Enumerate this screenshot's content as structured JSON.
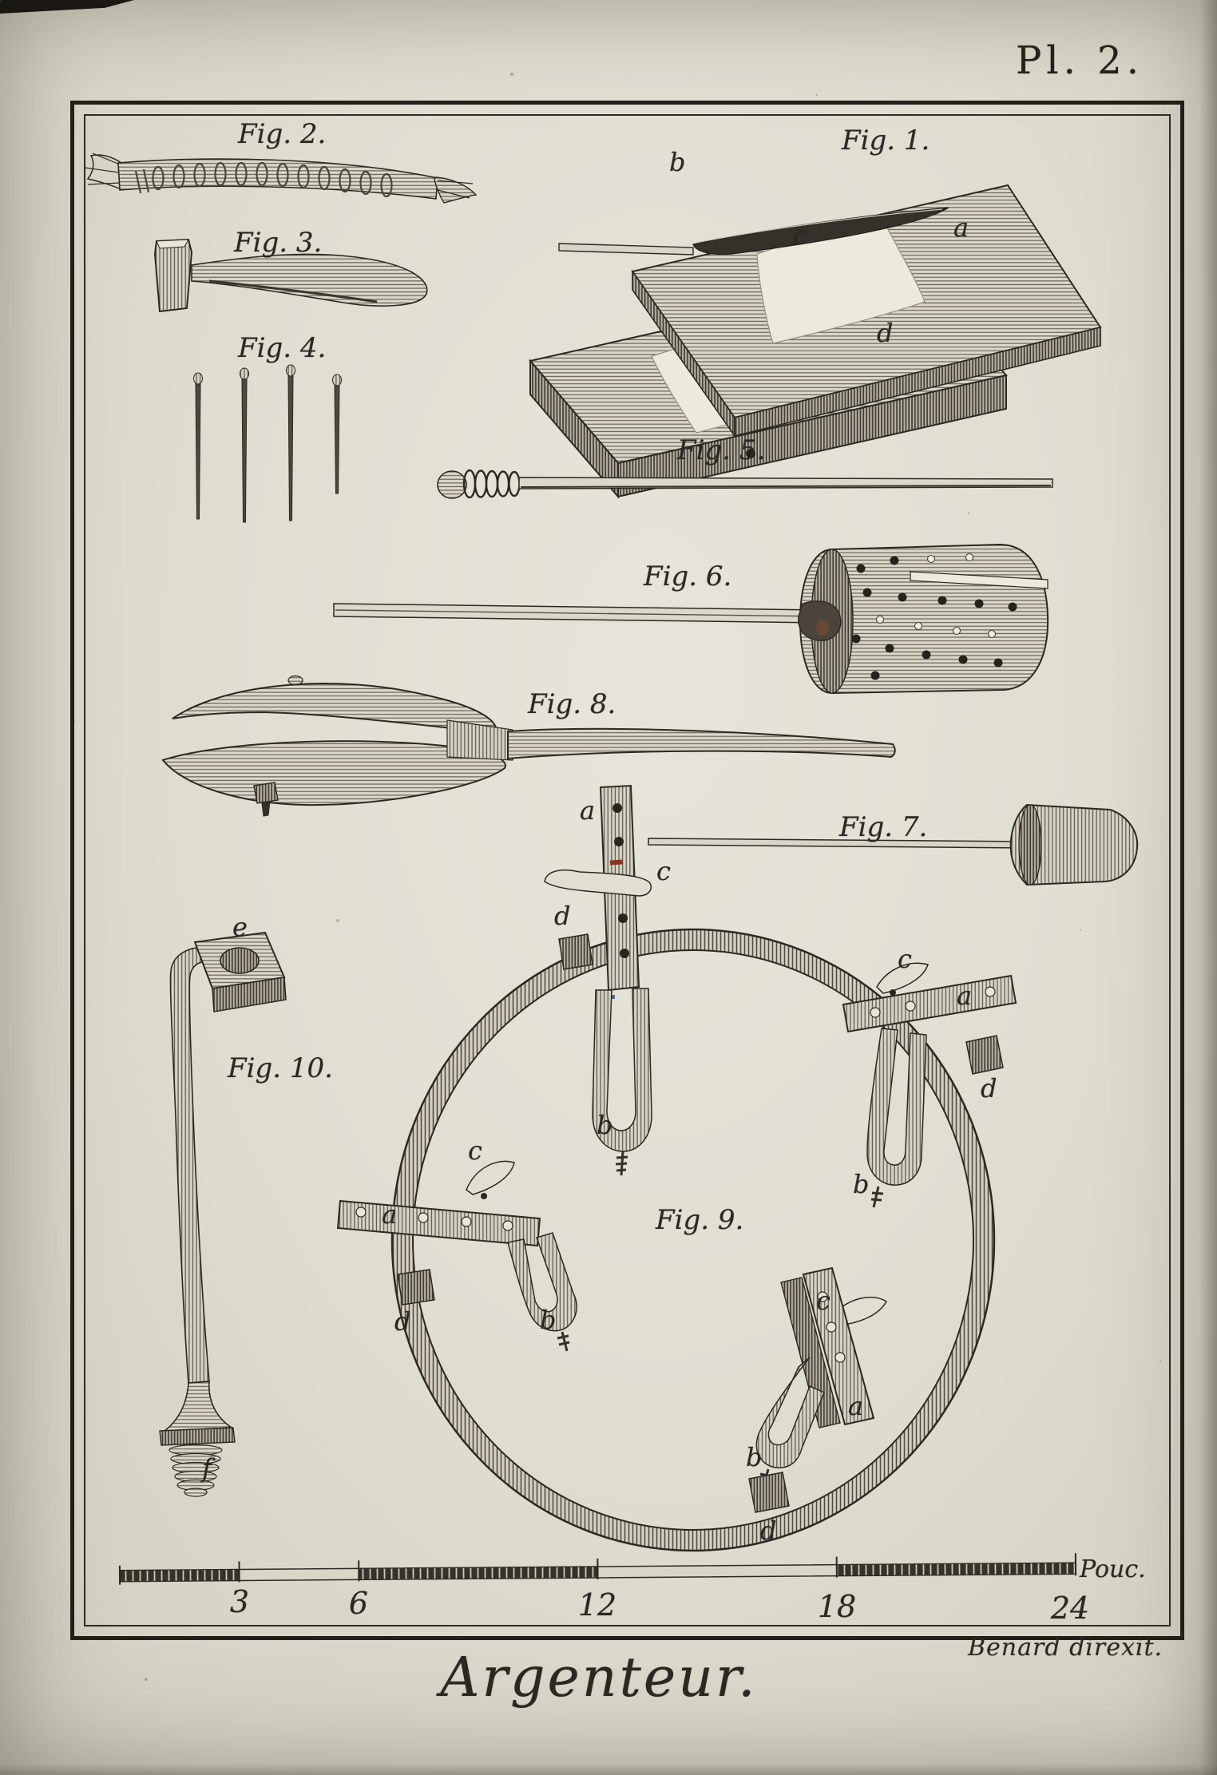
{
  "plate": {
    "number": "Pl. 2.",
    "title": "Argenteur.",
    "credit": "Benard direxit."
  },
  "figures": {
    "fig1": {
      "label": "Fig. 1.",
      "parts": {
        "a": "a",
        "b": "b",
        "c": "c",
        "d": "d"
      }
    },
    "fig2": {
      "label": "Fig. 2."
    },
    "fig3": {
      "label": "Fig. 3."
    },
    "fig4": {
      "label": "Fig. 4."
    },
    "fig5": {
      "label": "Fig. 5."
    },
    "fig6": {
      "label": "Fig. 6."
    },
    "fig7": {
      "label": "Fig. 7."
    },
    "fig8": {
      "label": "Fig. 8."
    },
    "fig9": {
      "label": "Fig. 9.",
      "parts": {
        "a": "a",
        "b": "b",
        "c": "c",
        "d": "d"
      }
    },
    "fig10": {
      "label": "Fig. 10.",
      "parts": {
        "e": "e",
        "f": "f"
      }
    }
  },
  "scale_bar": {
    "ticks": [
      "3",
      "6",
      "12",
      "18",
      "24"
    ],
    "unit": "Pouc."
  },
  "colors": {
    "paper": "#e0ddd1",
    "ink": "#26231d",
    "red_fleck": "#8a3326",
    "blue_fleck": "#5a6b8a"
  }
}
